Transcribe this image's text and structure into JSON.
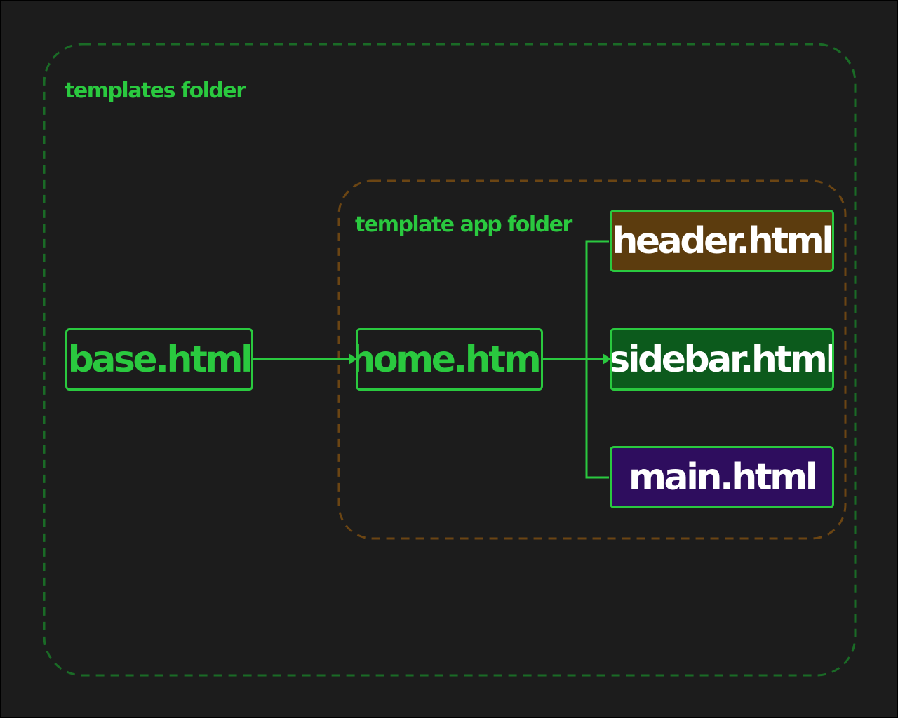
{
  "folders": {
    "outer": {
      "label": "templates folder",
      "border_color": "#1a6b26"
    },
    "inner": {
      "label": "template app folder",
      "border_color": "#6b4513"
    }
  },
  "nodes": {
    "base": {
      "label": "base.html"
    },
    "home": {
      "label": "home.html"
    },
    "header": {
      "label": "header.html",
      "fill": "#5c3c0e"
    },
    "sidebar": {
      "label": "sidebar.html",
      "fill": "#0c5a1c"
    },
    "main": {
      "label": "main.html",
      "fill": "#2e0d5e"
    }
  },
  "colors": {
    "background": "#1c1c1c",
    "accent": "#2ac93f",
    "filled_text": "#ffffff"
  }
}
